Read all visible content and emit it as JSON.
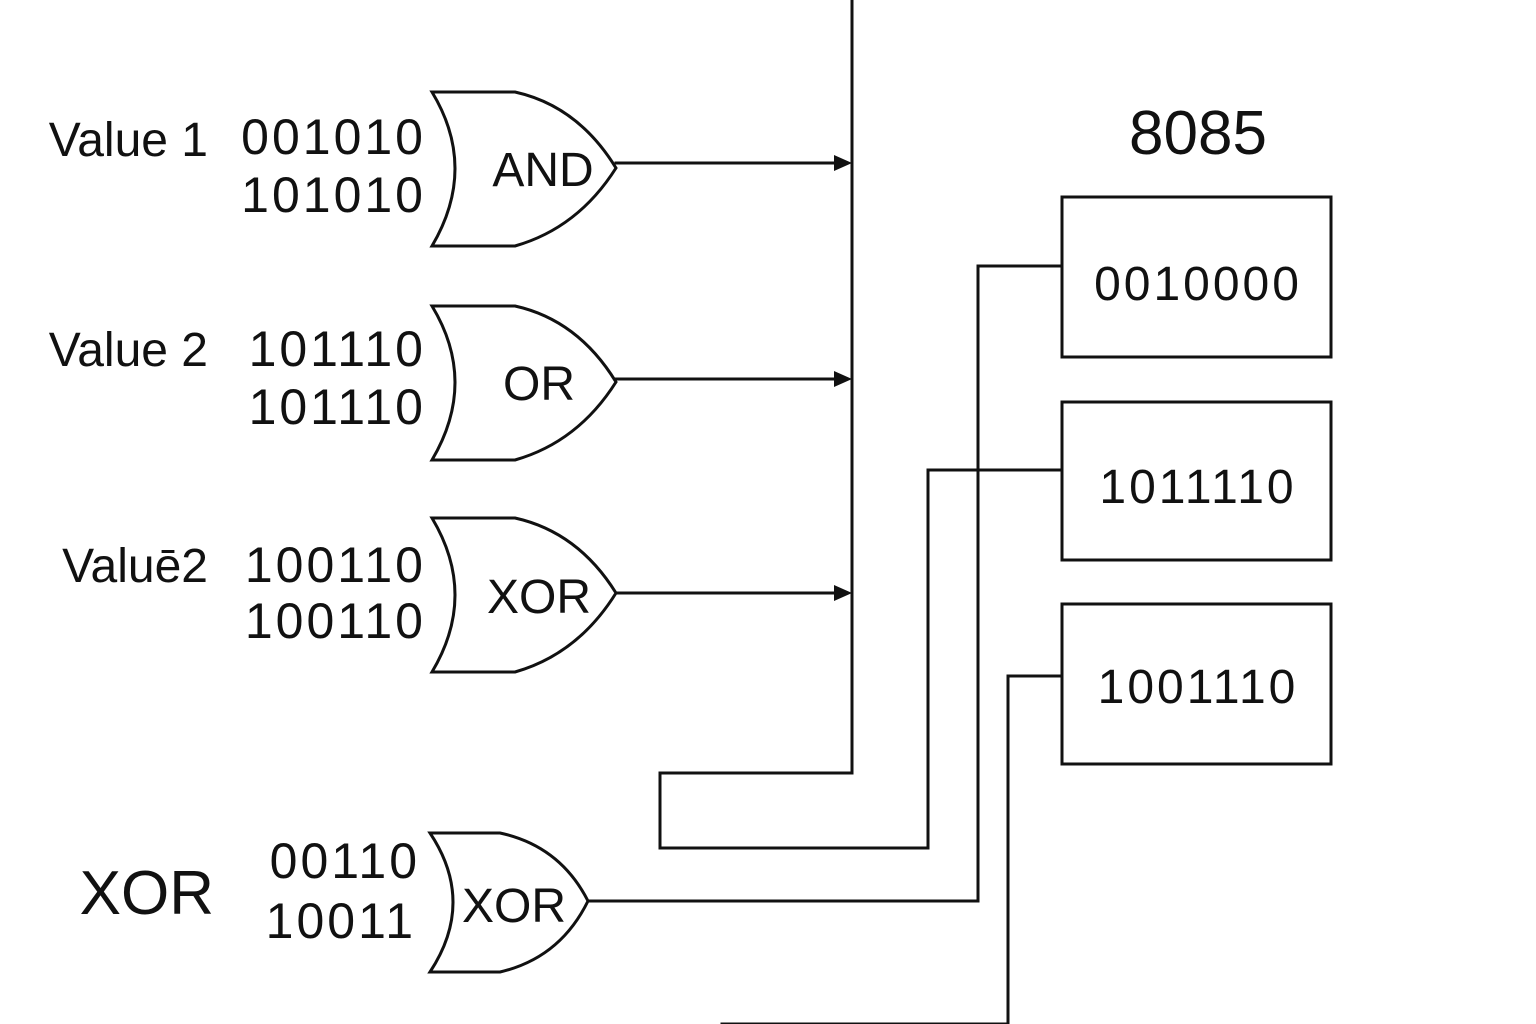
{
  "gates": [
    {
      "row_label": "Value 1",
      "input_a": "001010",
      "input_b": "101010",
      "gate_label": "AND"
    },
    {
      "row_label": "Value 2",
      "input_a": "101110",
      "input_b": "101110",
      "gate_label": "OR"
    },
    {
      "row_label": "Valuē2",
      "input_a": "100110",
      "input_b": "100110",
      "gate_label": "XOR"
    }
  ],
  "bottom_gate": {
    "row_label": "XOR",
    "input_a": "00110",
    "input_b": "10011",
    "gate_label": "XOR"
  },
  "processor": {
    "title": "8085",
    "registers": [
      "0010000",
      "1011110",
      "1001110"
    ]
  }
}
